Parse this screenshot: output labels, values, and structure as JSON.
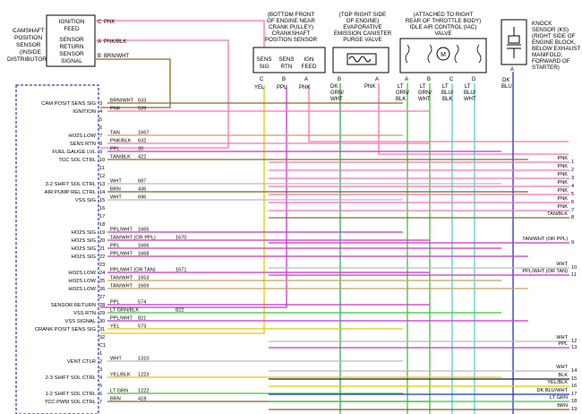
{
  "components": {
    "cmp": {
      "name": [
        "CAMSHAFT",
        "POSITION",
        "SENSOR",
        "(INSIDE",
        "DISTRIBUTOR)"
      ],
      "pin_labels": [
        [
          "IGNITION",
          "FEED"
        ],
        [
          "SENSOR",
          "RETURN"
        ],
        [
          "SENSOR",
          "SIGNAL"
        ]
      ],
      "pins": [
        {
          "letter": "C",
          "color": "PNK"
        },
        {
          "letter": "A",
          "color": "PNK/BLK"
        },
        {
          "letter": "B",
          "color": "BRN/WHT"
        }
      ]
    },
    "ckp": {
      "caption": [
        "(BOTTOM FRONT",
        "OF ENGINE NEAR",
        "CRANK PULLEY)",
        "CRANKSHAFT",
        "POSITION SENSOR"
      ],
      "pin_labels": [
        [
          "SENS",
          "SIG"
        ],
        [
          "SENS",
          "RTN"
        ],
        [
          "IGN",
          "FEED"
        ]
      ],
      "pin_letters": [
        "C",
        "B",
        "A"
      ],
      "wire_labels": [
        "YEL",
        "PPL",
        "PNK"
      ]
    },
    "evap": {
      "caption": [
        "(TOP RIGHT SIDE",
        "OF ENGINE)",
        "EVAPORATIVE",
        "EMISSION CANISTER",
        "PURGE VALVE"
      ],
      "pin_letters": [
        "B",
        "A"
      ],
      "wire_labels": [
        [
          "DK",
          "GRN/",
          "WHT"
        ],
        [
          "PNK"
        ]
      ]
    },
    "iac": {
      "caption": [
        "(ATTACHED TO RIGHT",
        "REAR OF THROTTLE BODY)",
        "IDLE AIR CONTROL (IAC)",
        "VALVE"
      ],
      "motor": "M",
      "pin_letters": [
        "A",
        "B",
        "C",
        "D"
      ],
      "wire_labels": [
        [
          "LT",
          "GRN/",
          "BLK"
        ],
        [
          "LT",
          "GRN/",
          "WHT"
        ],
        [
          "LT",
          "BLU/",
          "BLK"
        ],
        [
          "LT",
          "BLU/",
          "WHT"
        ]
      ]
    },
    "ks": {
      "caption": [
        "KNOCK",
        "SENSOR (KS)",
        "(RIGHT SIDE OF",
        "ENGINE BLOCK,",
        "BELOW EXHAUST",
        "MANIFOLD,",
        "FORWARD OF",
        "STARTER)"
      ],
      "pin_letter": "A",
      "wire_label": [
        "DK",
        "BLU"
      ]
    }
  },
  "pcm_labels": [
    {
      "label": "CAM POSIT SENS SIG",
      "row": 3
    },
    {
      "label": "IGNITION",
      "row": 4
    },
    {
      "label": "HO2S LOW",
      "row": 7
    },
    {
      "label": "SENS RTN",
      "row": 8
    },
    {
      "label": "FUEL GAUGE LVL",
      "row": 9
    },
    {
      "label": "TCC SOL CTRL",
      "row": 10
    },
    {
      "label": "3-2 SHIFT SOL CTRL",
      "row": 13
    },
    {
      "label": "AIR PUMP REL CTRL",
      "row": 14
    },
    {
      "label": "VSS SIG",
      "row": 15
    },
    {
      "label": "HO2S SIG",
      "row": 19
    },
    {
      "label": "HO2S SIG",
      "row": 20
    },
    {
      "label": "HO2S SIG",
      "row": 21
    },
    {
      "label": "HO2S SIG",
      "row": 22
    },
    {
      "label": "HO2S LOW",
      "row": 24
    },
    {
      "label": "HO2S LOW",
      "row": 25
    },
    {
      "label": "HO2S LOW",
      "row": 26
    },
    {
      "label": "SENSOR RETURN",
      "row": 28
    },
    {
      "label": "VSS RTN",
      "row": 29
    },
    {
      "label": "VSS SIGNAL",
      "row": 30
    },
    {
      "label": "CRANK POSIT SENS SIG",
      "row": 31
    },
    {
      "label": "VENT CTLR",
      "row": 34
    },
    {
      "label": "2-3 SHIFT SOL CTRL",
      "row": 36
    },
    {
      "label": "1-2 SHIFT SOL CTRL",
      "row": 38
    },
    {
      "label": "TCC PWM SOL CTRL",
      "row": 39
    }
  ],
  "pcm_rows": [
    {
      "pin": "3",
      "color": "BRN/WHT",
      "circuit": "633"
    },
    {
      "pin": "4",
      "color": "PNK",
      "circuit": "539"
    },
    {
      "pin": "5",
      "color": "",
      "circuit": ""
    },
    {
      "pin": "6",
      "color": "",
      "circuit": ""
    },
    {
      "pin": "7",
      "color": "TAN",
      "circuit": "1667"
    },
    {
      "pin": "8",
      "color": "PNK/BLK",
      "circuit": "632"
    },
    {
      "pin": "9",
      "color": "PPL",
      "circuit": "30"
    },
    {
      "pin": "10",
      "color": "TAN/BLK",
      "circuit": "422"
    },
    {
      "pin": "11",
      "color": "",
      "circuit": ""
    },
    {
      "pin": "12",
      "color": "",
      "circuit": ""
    },
    {
      "pin": "13",
      "color": "WHT",
      "circuit": "687"
    },
    {
      "pin": "14",
      "color": "BRN",
      "circuit": "436"
    },
    {
      "pin": "15",
      "color": "WHT",
      "circuit": "696"
    },
    {
      "pin": "16",
      "color": "",
      "circuit": ""
    },
    {
      "pin": "17",
      "color": "",
      "circuit": ""
    },
    {
      "pin": "18",
      "color": "",
      "circuit": ""
    },
    {
      "pin": "19",
      "color": "PPL/WHT",
      "circuit": "1665"
    },
    {
      "pin": "20",
      "color": "TAN/WHT (OR PPL)",
      "circuit": "1670"
    },
    {
      "pin": "21",
      "color": "PPL",
      "circuit": "1666"
    },
    {
      "pin": "22",
      "color": "PPL/WHT",
      "circuit": "1668"
    },
    {
      "pin": "23",
      "color": "",
      "circuit": ""
    },
    {
      "pin": "24",
      "color": "PPL/WHT (OR TAN)",
      "circuit": "1671"
    },
    {
      "pin": "25",
      "color": "TAN/WHT",
      "circuit": "1653"
    },
    {
      "pin": "26",
      "color": "TAN/WHT",
      "circuit": "1669"
    },
    {
      "pin": "27",
      "color": "",
      "circuit": ""
    },
    {
      "pin": "28",
      "color": "PPL",
      "circuit": "574"
    },
    {
      "pin": "29",
      "color": "LT GRN/BLK",
      "circuit": "822"
    },
    {
      "pin": "30",
      "color": "PPL/WHT",
      "circuit": "821"
    },
    {
      "pin": "31",
      "color": "YEL",
      "circuit": "573"
    },
    {
      "pin": "32",
      "color": "",
      "circuit": ""
    },
    {
      "pin": "C1",
      "color": "",
      "circuit": ""
    },
    {
      "pin": "1",
      "color": "",
      "circuit": ""
    },
    {
      "pin": "2",
      "color": "WHT",
      "circuit": "1310"
    },
    {
      "pin": "3",
      "color": "",
      "circuit": ""
    },
    {
      "pin": "4",
      "color": "YEL/BLK",
      "circuit": "1223"
    },
    {
      "pin": "5",
      "color": "",
      "circuit": ""
    },
    {
      "pin": "6",
      "color": "LT GRN",
      "circuit": "1222"
    },
    {
      "pin": "7",
      "color": "BRN",
      "circuit": "418"
    }
  ],
  "right_outputs": [
    {
      "label": "PNK",
      "num": "1",
      "color": "#ff70b0"
    },
    {
      "label": "PNK",
      "num": "2",
      "color": "#ff70b0"
    },
    {
      "label": "PNK",
      "num": "3",
      "color": "#ff70b0"
    },
    {
      "label": "PNK",
      "num": "4",
      "color": "#ff70b0"
    },
    {
      "label": "PNK",
      "num": "5",
      "color": "#ff70b0"
    },
    {
      "label": "PNK",
      "num": "6",
      "color": "#ff70b0"
    },
    {
      "label": "PNK",
      "num": "7",
      "color": "#ff70b0"
    },
    {
      "label": "TAN/BLK",
      "num": "8",
      "color": "#8a6a2a"
    },
    {
      "label": "TAN/WHT (OR PPL)",
      "num": "9",
      "color": "#cc33cc"
    },
    {
      "label": "WHT",
      "num": "10",
      "color": "#bbbbbb"
    },
    {
      "label": "PPL/WHT (OR TAN)",
      "num": "11",
      "color": "#cc33cc"
    },
    {
      "label": "WHT",
      "num": "12",
      "color": "#bbbbbb"
    },
    {
      "label": "PPL",
      "num": "13",
      "color": "#cc33cc"
    },
    {
      "label": "WHT",
      "num": "14",
      "color": "#bbbbbb"
    },
    {
      "label": "BLK",
      "num": "15",
      "color": "#222222"
    },
    {
      "label": "YEL/BLK",
      "num": "16",
      "color": "#e6c800"
    },
    {
      "label": "DK BLU/WHT",
      "num": "17",
      "color": "#2233cc"
    },
    {
      "label": "LT GRN",
      "num": "18",
      "color": "#33cc33"
    },
    {
      "label": "BRN",
      "num": "19",
      "color": "#8a5a2a"
    }
  ]
}
